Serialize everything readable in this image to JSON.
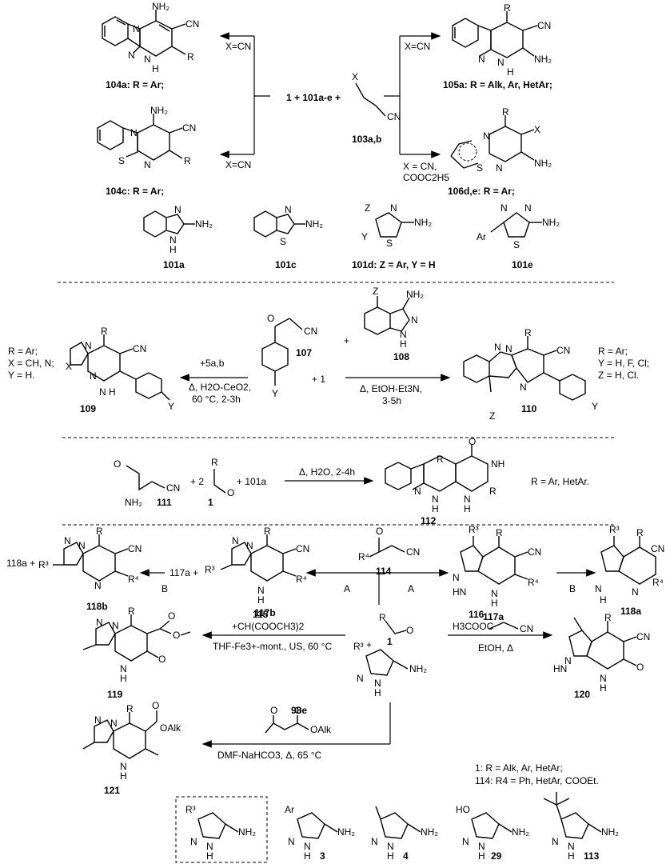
{
  "section1": {
    "reactants": "1 + 101a-e +",
    "cond_top_left": "X=CN",
    "cond_bottom_left": "X=CN",
    "cond_top_right": "X=CN",
    "cond_bottom_right_1": "X = CN,",
    "cond_bottom_right_2": "COOC2H5",
    "reagent_label": "103a,b",
    "p104a": "104a: R = Ar;",
    "p104c": "104c: R = Ar;",
    "p105a": "105a: R = Alk, Ar, HetAr;",
    "p106": "106d,e: R = Ar;",
    "amines": [
      "101a",
      "101c",
      "101d: Z = Ar, Y = H",
      "101e"
    ]
  },
  "section2": {
    "left_cond_1": "+5a,b",
    "left_cond_2": "Δ, H2O-CeO2,",
    "left_cond_3": "60 °C, 2-3h",
    "right_cond_1": "Δ, EtOH-Et3N,",
    "right_cond_2": "3-5h",
    "plus_one": "+ 1",
    "label_107": "107",
    "label_108": "108",
    "label_109": "109",
    "label_110": "110",
    "left_subst": [
      "R = Ar;",
      "X = CH, N;",
      "Y = H."
    ],
    "right_subst": [
      "R = Ar;",
      "Y = H, F, Cl;",
      "Z = H, Cl."
    ]
  },
  "section3": {
    "label_111": "111",
    "label_1": "1",
    "label_112": "112",
    "plus_101a": "+ 101a",
    "cond": "Δ, H2O, 2-4h",
    "subst": "R = Ar, HetAr."
  },
  "section4": {
    "label_118a_plus": "118a +",
    "label_117a_plus": "117a +",
    "cond_B": "B",
    "cond_A": "A",
    "label_114": "114",
    "labels": [
      "118b",
      "117b",
      "117a",
      "118a",
      "119",
      "120",
      "121"
    ],
    "r115_1": "115",
    "r115_2": "+CH(COOCH3)2",
    "r115_3": "THF-Fe3+-mont., US, 60 °C",
    "r116_1": "116",
    "r116_2": "H3COOC",
    "r116_3": "EtOH, Δ",
    "r98e_1": "98e",
    "r98e_2": "DMF-NaHCO3, Δ, 65 °C",
    "note_1": "1: R = Alk, Ar, HetAr;",
    "note_2": "114: R4 = Ph, HetAr, COOEt.",
    "pyrazoles": [
      "3",
      "4",
      "29",
      "113"
    ]
  }
}
